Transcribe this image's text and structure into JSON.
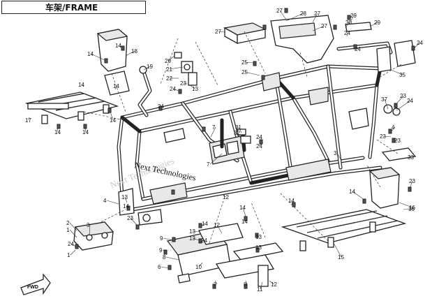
{
  "title": "车架/FRAME",
  "watermark": {
    "text": "Next Technologies",
    "faded_text": "Next Technologies"
  },
  "fwd_label": "FWD",
  "callouts": [
    "1",
    "2",
    "3",
    "4",
    "5",
    "6",
    "7",
    "8",
    "9",
    "10",
    "11",
    "12",
    "13",
    "14",
    "15",
    "16",
    "17",
    "18",
    "19",
    "20",
    "21",
    "22",
    "23",
    "24",
    "25",
    "26",
    "27",
    "28",
    "29",
    "30",
    "31",
    "32",
    "33",
    "34",
    "35",
    "36",
    "37"
  ],
  "colors": {
    "line": "#222222",
    "background": "#ffffff",
    "shade": "#e8e8e8"
  }
}
